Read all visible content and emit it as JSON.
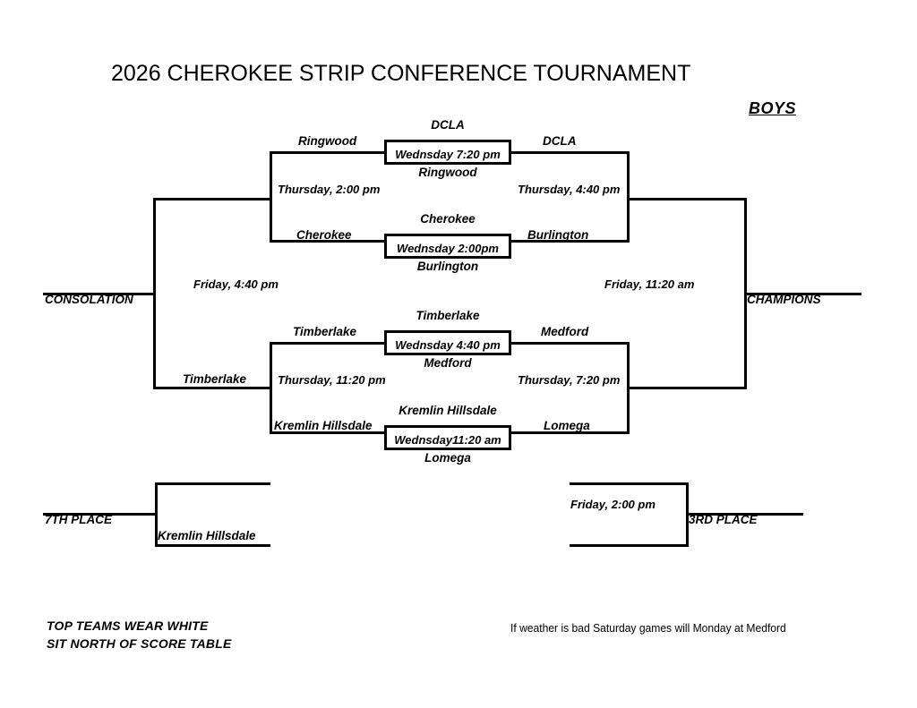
{
  "header": {
    "title": "2026 CHEROKEE STRIP CONFERENCE TOURNAMENT",
    "division": "BOYS"
  },
  "edge_labels": {
    "consolation": "CONSOLATION",
    "champions": "CHAMPIONS",
    "seventh_place": "7TH PLACE",
    "third_place": "3RD PLACE"
  },
  "bracket": {
    "quarterfinals": [
      {
        "id": "qf1",
        "top_team": "DCLA",
        "bottom_team": "Ringwood",
        "time": "Wednsday 7:20 pm"
      },
      {
        "id": "qf2",
        "top_team": "Cherokee",
        "bottom_team": "Burlington",
        "time": "Wednsday 2:00pm"
      },
      {
        "id": "qf3",
        "top_team": "Timberlake",
        "bottom_team": "Medford",
        "time": "Wednsday 4:40 pm"
      },
      {
        "id": "qf4",
        "top_team": "Kremlin Hillsdale",
        "bottom_team": "Lomega",
        "time": "Wednsday11:20 am"
      }
    ],
    "losers_round": [
      {
        "id": "lr1",
        "team": "Ringwood",
        "time": "Thursday, 2:00 pm",
        "second_team": "Cherokee"
      },
      {
        "id": "lr2",
        "team": "Timberlake",
        "time": "Thursday, 11:20 pm",
        "second_team": "Kremlin Hillsdale"
      }
    ],
    "semifinals": [
      {
        "id": "sf1",
        "top_team": "DCLA",
        "bottom_team": "Burlington",
        "time": "Thursday, 4:40 pm"
      },
      {
        "id": "sf2",
        "top_team": "Medford",
        "bottom_team": "Lomega",
        "time": "Thursday, 7:20 pm"
      }
    ],
    "consolation_final": {
      "time": "Friday, 4:40 pm",
      "entrant": "Timberlake"
    },
    "championship": {
      "time": "Friday, 11:20 am"
    },
    "seventh_place_game": {
      "entrant": "Kremlin Hillsdale"
    },
    "third_place_game": {
      "time": "Friday, 2:00 pm"
    }
  },
  "footer": {
    "note_line1": "TOP TEAMS WEAR WHITE",
    "note_line2": "SIT NORTH OF SCORE TABLE",
    "weather_note": "If weather is bad Saturday games will Monday at Medford"
  }
}
